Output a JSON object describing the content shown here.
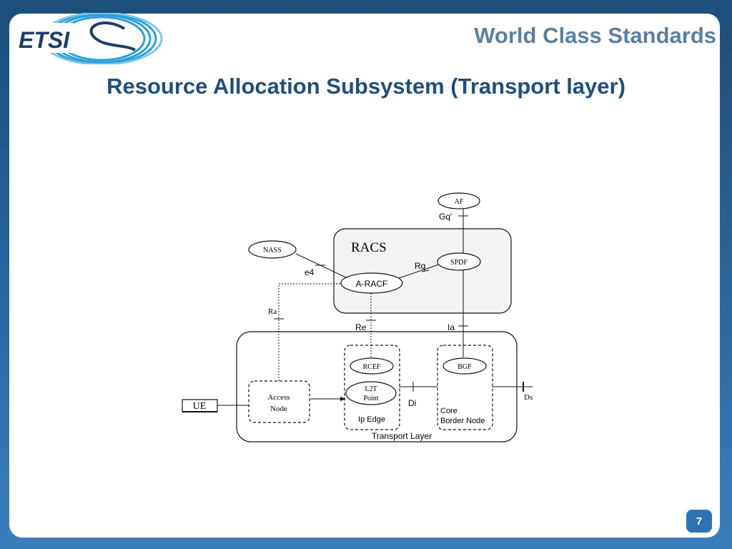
{
  "header": {
    "logo_text": "ETSI",
    "tagline": "World Class Standards"
  },
  "slide": {
    "title": "Resource Allocation Subsystem (Transport layer)",
    "page_number": "7"
  },
  "diagram": {
    "nodes": {
      "af": "AF",
      "nass": "NASS",
      "racs": "RACS",
      "spdf": "SPDF",
      "a_racf": "A-RACF",
      "rcef": "RCEF",
      "bgf": "BGF",
      "l2t_line1": "L2T",
      "l2t_line2": "Point",
      "access_line1": "Access",
      "access_line2": "Node",
      "ue": "UE",
      "ip_edge": "Ip Edge",
      "core_line1": "Core",
      "core_line2": "Border Node",
      "transport_layer": "Transport Layer"
    },
    "interfaces": {
      "gq": "Gq'",
      "e4": "e4",
      "rq": "Rq",
      "ra": "Ra",
      "re": "Re",
      "ia": "Ia",
      "di": "Di",
      "ds": "Ds"
    }
  }
}
